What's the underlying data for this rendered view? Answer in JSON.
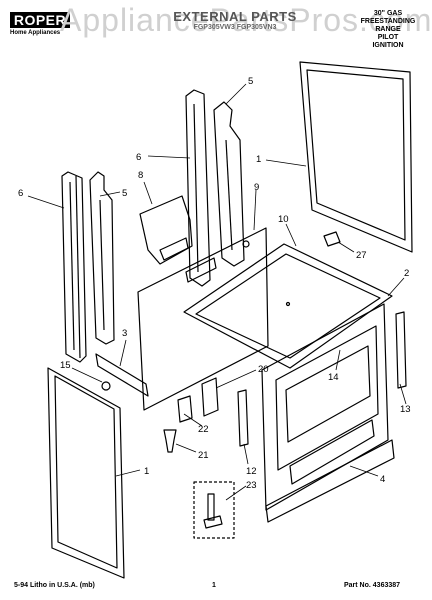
{
  "header": {
    "logo": "ROPER",
    "logo_sub": "Home Appliances",
    "watermark": "AppliancePartsPros.com",
    "title": "EXTERNAL PARTS",
    "subtitle": "FGP305VW3 FGP305VN3",
    "description": [
      "30\" GAS",
      "FREESTANDING",
      "RANGE",
      "PILOT",
      "IGNITION"
    ]
  },
  "callouts": {
    "c1a": "1",
    "c1b": "1",
    "c2": "2",
    "c3": "3",
    "c4": "4",
    "c5a": "5",
    "c5b": "5",
    "c6a": "6",
    "c6b": "6",
    "c8": "8",
    "c9": "9",
    "c10": "10",
    "c12": "12",
    "c13": "13",
    "c14": "14",
    "c15": "15",
    "c20": "20",
    "c21": "21",
    "c22": "22",
    "c23": "23",
    "c27": "27"
  },
  "footer": {
    "left": "5-94 Litho in U.S.A. (mb)",
    "center": "1",
    "right": "Part No. 4363387"
  }
}
